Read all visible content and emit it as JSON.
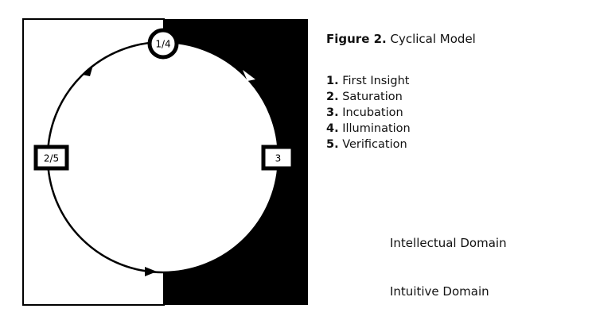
{
  "figure": {
    "title_bold": "Figure 2.",
    "title_rest": " Cyclical Model"
  },
  "stages": [
    {
      "num": "1.",
      "label": " First Insight"
    },
    {
      "num": "2.",
      "label": " Saturation"
    },
    {
      "num": "3.",
      "label": " Incubation"
    },
    {
      "num": "4.",
      "label": " Illumination"
    },
    {
      "num": "5.",
      "label": " Verification"
    }
  ],
  "nodes": {
    "top": "1/4",
    "left": "2/5",
    "right": "3"
  },
  "legend": {
    "intellectual": "Intellectual Domain",
    "intuitive": "Intuitive Domain"
  },
  "colors": {
    "intellectual_domain": "#ffffff",
    "intuitive_domain": "#000000"
  }
}
